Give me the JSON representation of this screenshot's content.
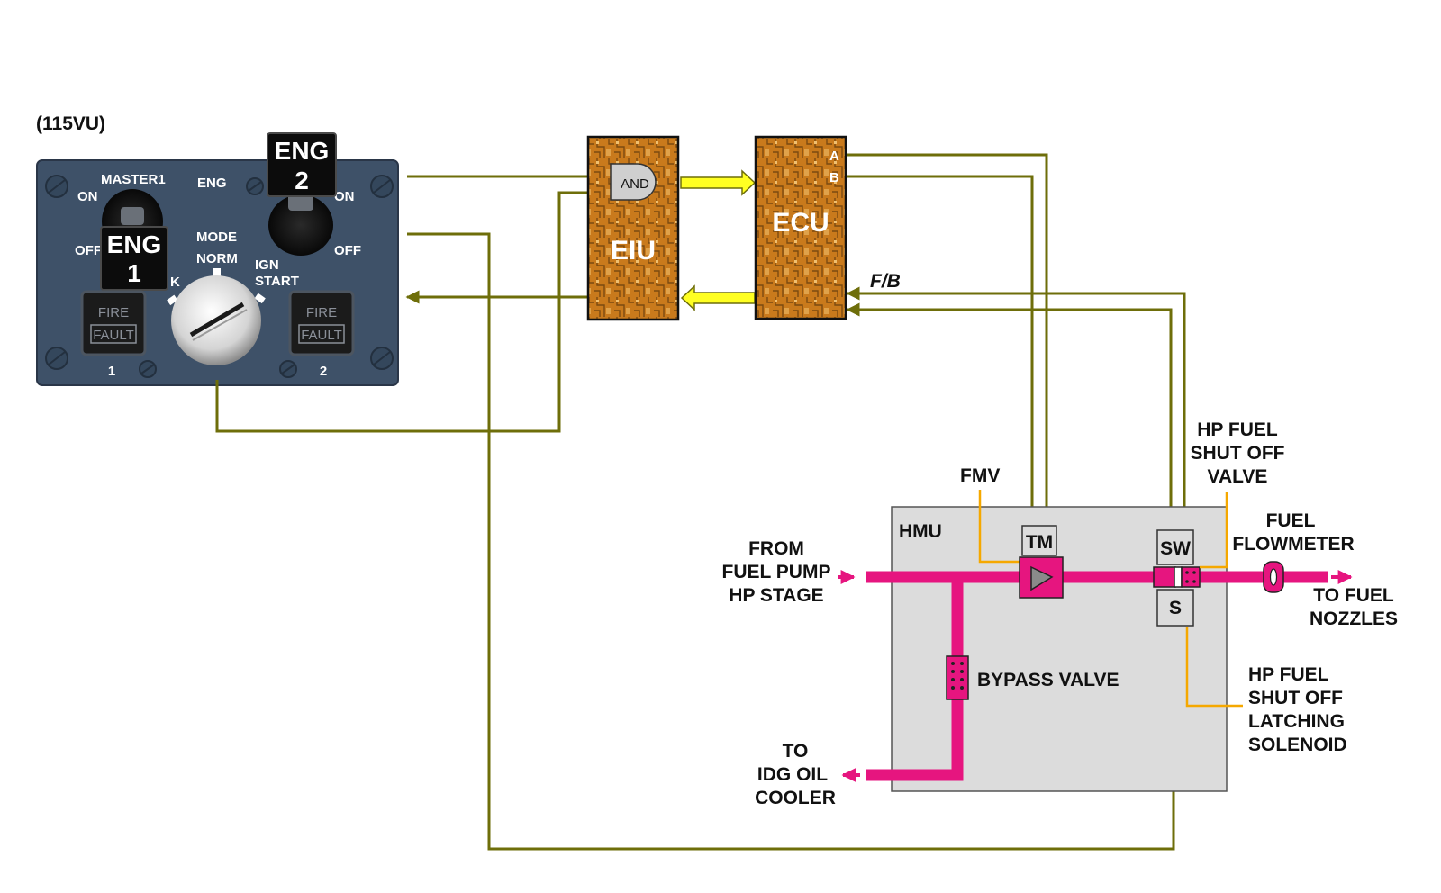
{
  "panel": {
    "designation": "(115VU)",
    "master1_label": "MASTER1",
    "eng_label": "ENG",
    "on_label": "ON",
    "off_label": "OFF",
    "eng1_line1": "ENG",
    "eng1_line2": "1",
    "eng2_line1": "ENG",
    "eng2_line2": "2",
    "mode_label": "MODE",
    "norm_label": "NORM",
    "crank_partial": "K",
    "ign_start_line1": "IGN",
    "ign_start_line2": "START",
    "fire_label": "FIRE",
    "fault_label": "FAULT",
    "engine1_number": "1",
    "engine2_number": "2"
  },
  "eiu": {
    "label": "EIU",
    "gate_label": "AND"
  },
  "ecu": {
    "label": "ECU",
    "channel_a": "A",
    "channel_b": "B",
    "feedback_label": "F/B"
  },
  "hmu": {
    "label": "HMU",
    "tm_label": "TM",
    "sw_label": "SW",
    "s_label": "S",
    "fmv_label": "FMV",
    "bypass_label": "BYPASS VALVE",
    "hpsov_lines": [
      "HP FUEL",
      "SHUT OFF",
      "VALVE"
    ],
    "flowmeter_lines": [
      "FUEL",
      "FLOWMETER"
    ],
    "from_pump_lines": [
      "FROM",
      "FUEL PUMP",
      "HP STAGE"
    ],
    "to_nozzles_lines": [
      "TO FUEL",
      "NOZZLES"
    ],
    "to_idg_lines": [
      "TO",
      "IDG OIL",
      "COOLER"
    ],
    "solenoid_lines": [
      "HP FUEL",
      "SHUT OFF",
      "LATCHING",
      "SOLENOID"
    ]
  },
  "colors": {
    "panel": "#3e5168",
    "wire": "#6e6e0a",
    "fuel": "#e6157f",
    "data_bus": "#ffff22",
    "computer_box": "#c97a1c",
    "hmu_fill": "#dcdcdc"
  },
  "icons": [
    "screw-icon",
    "fuel-flow-arrow-icon",
    "signal-arrow-icon",
    "and-gate-icon",
    "rotary-selector-icon",
    "toggle-switch-icon"
  ]
}
